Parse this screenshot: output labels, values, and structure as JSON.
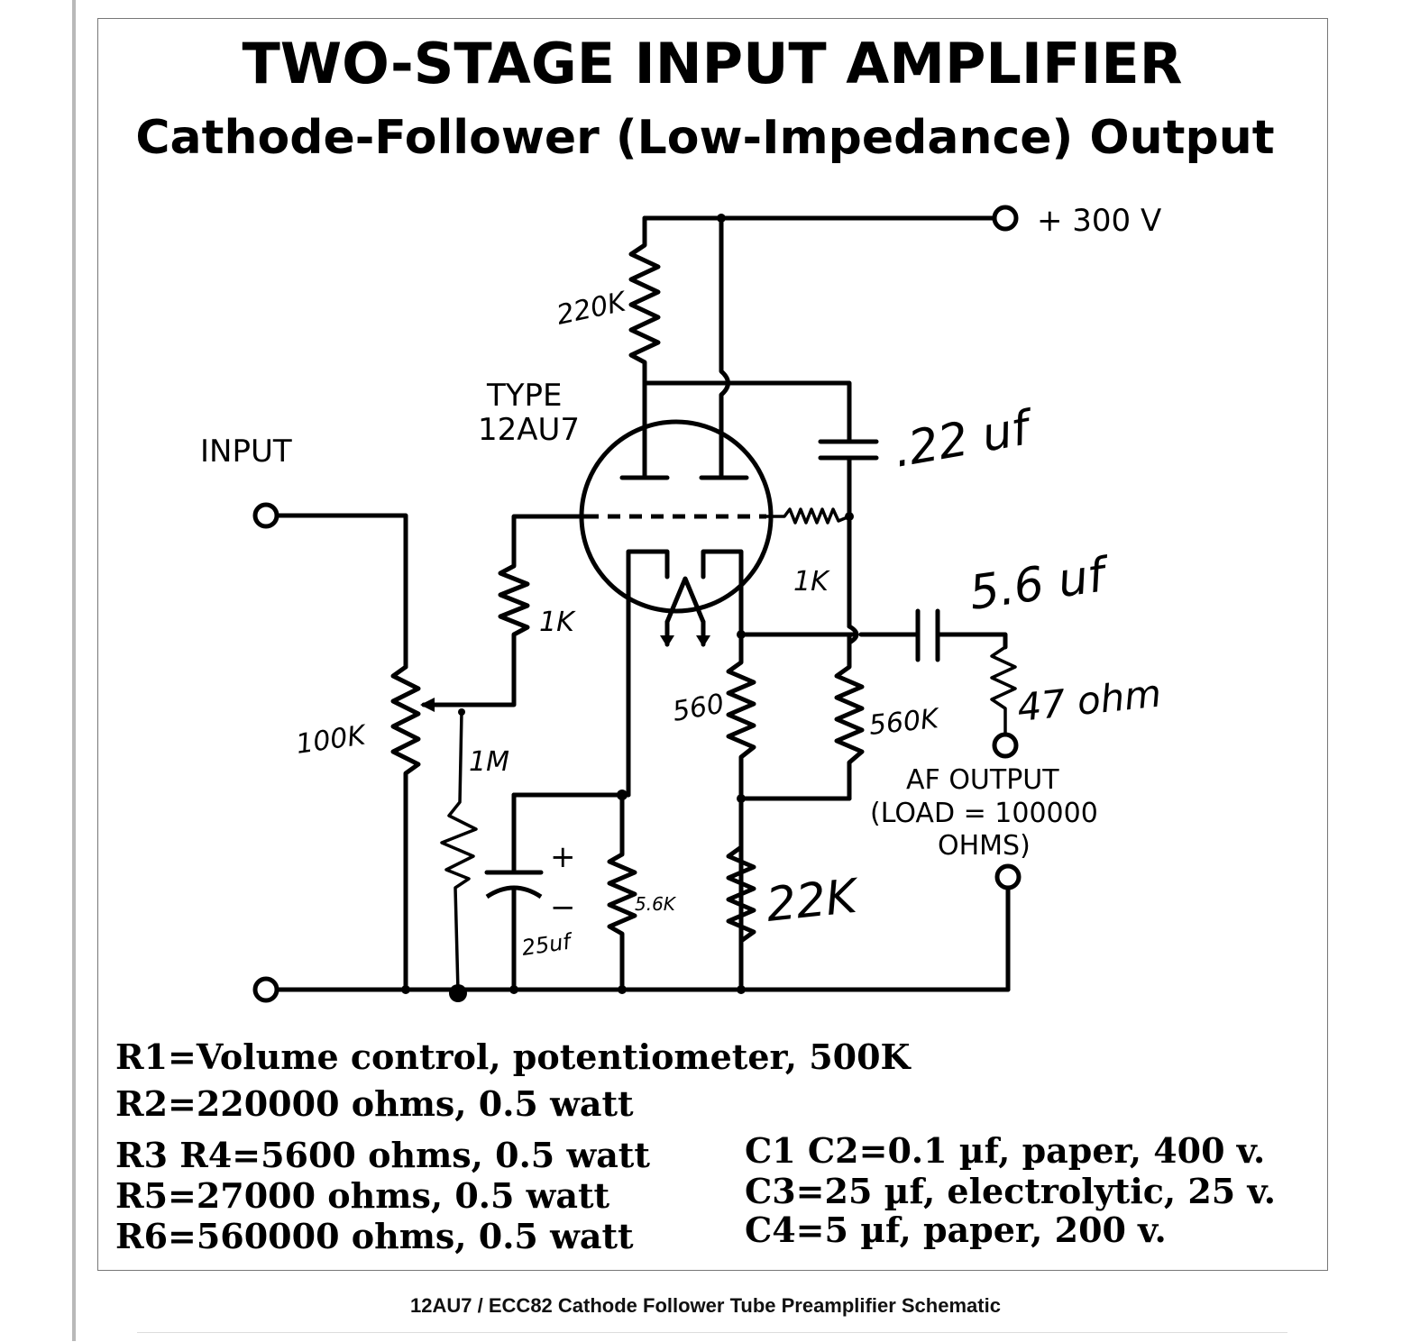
{
  "title": "TWO-STAGE INPUT AMPLIFIER",
  "subtitle": "Cathode-Follower (Low-Impedance) Output",
  "labels": {
    "supply": "+ 300 V",
    "tube_type_line1": "TYPE",
    "tube_type_line2": "12AU7",
    "input": "INPUT",
    "af_output_line1": "AF OUTPUT",
    "af_output_line2": "(LOAD = 100000",
    "af_output_line3": "OHMS)"
  },
  "handwritten": {
    "r_220k": "220K",
    "cap_22uf": ".22 uf",
    "grid_1k": "1K",
    "r_1k": "1K",
    "cap_56uf": "5.6 uf",
    "r_47ohm": "47 ohm",
    "pot_100k": "100K",
    "r_1m": "1M",
    "r_560": "560",
    "r_560k": "560K",
    "r_56k": "5.6K",
    "r_22k": "22K",
    "cap_25uf": "25uf",
    "plus": "+",
    "minus": "−"
  },
  "specs": {
    "r1": "R1=Volume control, potentiometer, 500K",
    "r2": "R2=220000 ohms, 0.5 watt",
    "r3r4": "R3 R4=5600 ohms, 0.5 watt",
    "r5": "R5=27000 ohms, 0.5 watt",
    "r6": "R6=560000 ohms, 0.5 watt",
    "c1c2": "C1 C2=0.1 µf, paper, 400 v.",
    "c3": "C3=25 µf, electrolytic, 25 v.",
    "c4": "C4=5 µf, paper, 200 v."
  },
  "caption": "12AU7 / ECC82 Cathode Follower Tube Preamplifier Schematic"
}
